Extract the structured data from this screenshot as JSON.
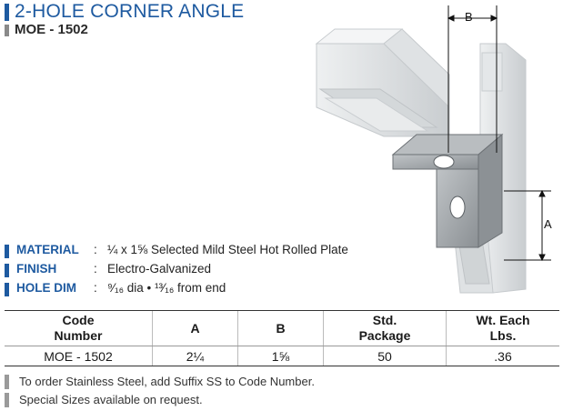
{
  "header": {
    "title": "2-HOLE CORNER ANGLE",
    "part": "MOE - 1502"
  },
  "illustration": {
    "dim_a_label": "A",
    "dim_b_label": "B"
  },
  "specs": [
    {
      "label": "MATERIAL",
      "colon": ":",
      "value": "¼ x 1⅝ Selected Mild Steel Hot Rolled Plate"
    },
    {
      "label": "FINISH",
      "colon": ":",
      "value": "Electro-Galvanized"
    },
    {
      "label": "HOLE DIM",
      "colon": ":",
      "value": "⁹⁄₁₆ dia  •  ¹³⁄₁₆ from end"
    }
  ],
  "table": {
    "headers": [
      {
        "line1": "Code",
        "line2": "Number"
      },
      {
        "line1": "A",
        "line2": ""
      },
      {
        "line1": "B",
        "line2": ""
      },
      {
        "line1": "Std.",
        "line2": "Package"
      },
      {
        "line1": "Wt. Each",
        "line2": "Lbs."
      }
    ],
    "rows": [
      [
        "MOE - 1502",
        "2¼",
        "1⅝",
        "50",
        ".36"
      ]
    ]
  },
  "notes": [
    "To order Stainless Steel, add Suffix SS to Code Number.",
    "Special Sizes available on request."
  ],
  "colors": {
    "accent": "#1e5aa0",
    "gray_bar": "#9a9a9a"
  }
}
